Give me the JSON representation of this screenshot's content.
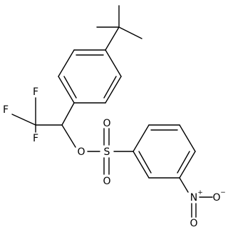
{
  "molecule": {
    "atoms": {
      "f_top": "F",
      "f_left": "F",
      "f_bottom": "F",
      "o_ester": "O",
      "s": "S",
      "o_sulfonyl_top": "O",
      "o_sulfonyl_bottom": "O",
      "n_nitro": "N",
      "n_charge": "+",
      "o_nitro_right": "O",
      "o_nitro_right_charge": "−",
      "o_nitro_bottom": "O"
    }
  }
}
